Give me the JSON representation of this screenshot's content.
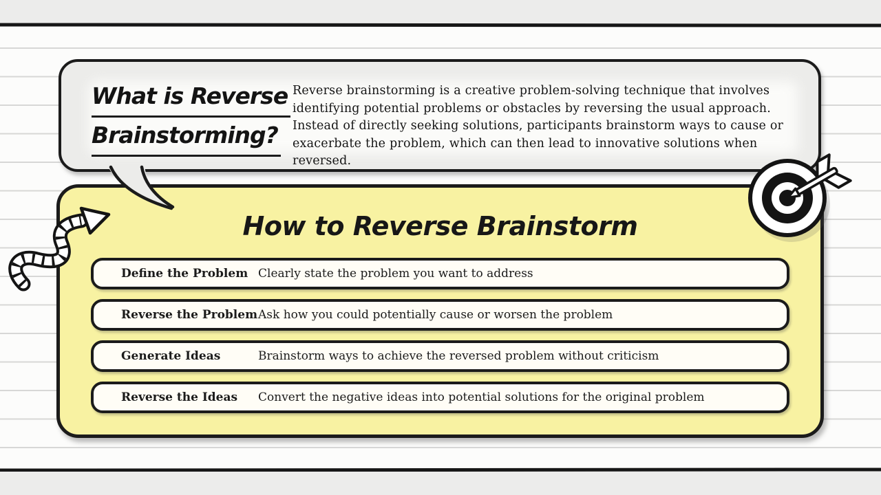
{
  "speech_bubble": {
    "heading_line1": "What is Reverse",
    "heading_line2": "Brainstorming?",
    "body": "Reverse brainstorming is a creative problem-solving technique that involves identifying potential problems or obstacles by reversing the usual approach. Instead of directly seeking solutions, participants brainstorm ways to cause or exacerbate the problem, which can then lead to innovative solutions when reversed."
  },
  "how_to": {
    "title": "How to Reverse Brainstorm",
    "steps": [
      {
        "label": "Define the Problem",
        "description": "Clearly state the problem you want to address"
      },
      {
        "label": "Reverse the Problem",
        "description": "Ask how you could potentially cause or worsen the problem"
      },
      {
        "label": "Generate Ideas",
        "description": "Brainstorm ways to achieve the reversed problem without criticism"
      },
      {
        "label": "Reverse the Ideas",
        "description": "Convert the negative ideas into potential solutions for the original problem"
      }
    ]
  },
  "decorations": {
    "target_icon": "target-with-dart",
    "arrow_icon": "squiggly-striped-arrow",
    "background": "ruled-notebook-paper"
  },
  "colors": {
    "ink": "#1b1b1b",
    "panel_yellow": "#f8f2a2",
    "bubble_gray": "#ececea",
    "row_white": "#fffdf6",
    "paper": "#fcfcfb",
    "rule_line": "#d7d7d6",
    "band_gray": "#ececeb"
  }
}
